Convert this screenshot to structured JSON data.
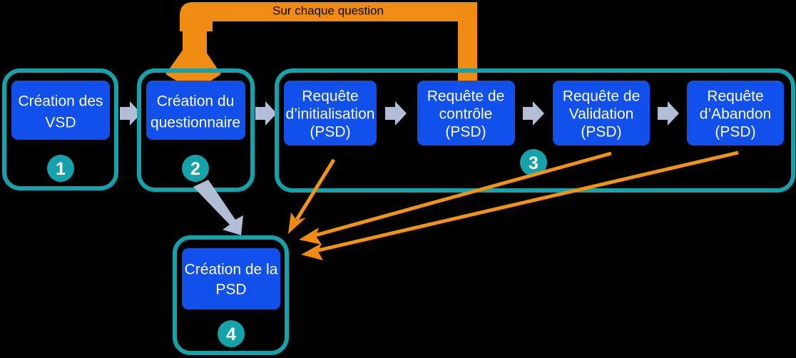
{
  "diagram": {
    "background_color": "#000000",
    "colors": {
      "box_blue": "#1150ea",
      "frame_teal": "#14a3ab",
      "badge_teal": "#14a3ab",
      "arrow_grey": "#b2bed5",
      "arrow_orange": "#f08c12",
      "text_white": "#ffffff",
      "loop_label_text": "#000000"
    },
    "loop": {
      "label": "Sur chaque question"
    },
    "groups": [
      {
        "badge": "1",
        "steps": [
          {
            "lines": [
              "Création des",
              "VSD"
            ]
          }
        ]
      },
      {
        "badge": "2",
        "steps": [
          {
            "lines": [
              "Création du",
              "questionnaire"
            ]
          }
        ]
      },
      {
        "badge": "3",
        "steps": [
          {
            "lines": [
              "Requête",
              "d’initialisation",
              "(PSD)"
            ]
          },
          {
            "lines": [
              "Requête de",
              "contrôle",
              "(PSD)"
            ]
          },
          {
            "lines": [
              "Requête de",
              "Validation",
              "(PSD)"
            ]
          },
          {
            "lines": [
              "Requête",
              "d’Abandon",
              "(PSD)"
            ]
          }
        ]
      },
      {
        "badge": "4",
        "steps": [
          {
            "lines": [
              "Création de la",
              "PSD"
            ]
          }
        ]
      }
    ]
  }
}
